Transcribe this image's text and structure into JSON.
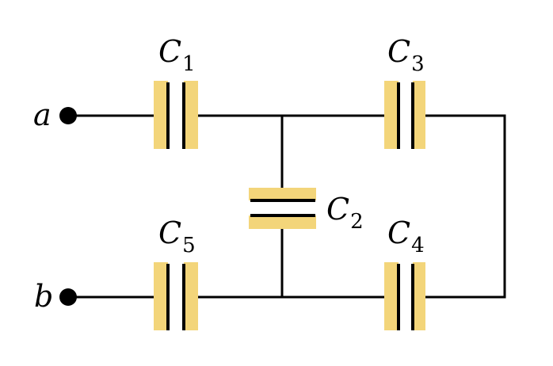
{
  "diagram": {
    "type": "capacitor-network",
    "terminals": [
      {
        "id": "a",
        "label": "a"
      },
      {
        "id": "b",
        "label": "b"
      }
    ],
    "capacitors": [
      {
        "id": "c1",
        "letter": "C",
        "index": "1"
      },
      {
        "id": "c2",
        "letter": "C",
        "index": "2"
      },
      {
        "id": "c3",
        "letter": "C",
        "index": "3"
      },
      {
        "id": "c4",
        "letter": "C",
        "index": "4"
      },
      {
        "id": "c5",
        "letter": "C",
        "index": "5"
      }
    ],
    "colors": {
      "wire": "#000000",
      "plate": "#000000",
      "plate_highlight": "#f3d57a",
      "background": "#ffffff"
    }
  }
}
